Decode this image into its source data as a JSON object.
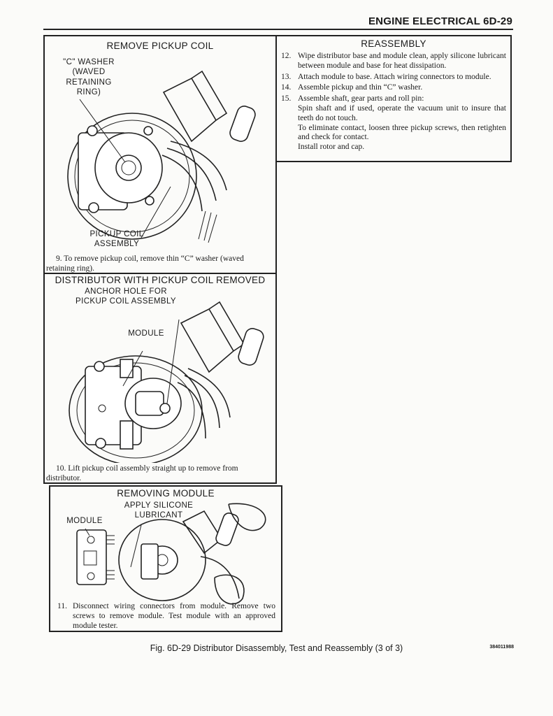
{
  "header": {
    "title": "ENGINE ELECTRICAL  6D-29"
  },
  "panel_remove_pickup": {
    "title": "REMOVE PICKUP COIL",
    "label_washer": "\"C\" WASHER\n(WAVED\nRETAINING\nRING)",
    "label_pickup": "PICKUP COIL\nASSEMBLY",
    "caption_num": "9.",
    "caption": "To remove pickup coil, remove thin “C” washer (waved retaining ring)."
  },
  "panel_distributor": {
    "title": "DISTRIBUTOR WITH PICKUP COIL REMOVED",
    "label_anchor": "ANCHOR HOLE FOR\nPICKUP COIL ASSEMBLY",
    "label_module": "MODULE",
    "caption_num": "10.",
    "caption": "Lift pickup coil assembly straight up to remove from distributor."
  },
  "panel_removing_module": {
    "title": "REMOVING MODULE",
    "label_silicone": "APPLY SILICONE\nLUBRICANT",
    "label_module": "MODULE",
    "caption_num": "11.",
    "caption": "Disconnect wiring connectors from module. Remove two screws to remove module. Test module with an approved module tester."
  },
  "panel_reassembly": {
    "title": "REASSEMBLY",
    "steps": [
      {
        "num": "12.",
        "text": "Wipe distributor base and module clean, apply silicone lubricant between module and base for heat dissipation."
      },
      {
        "num": "13.",
        "text": "Attach module to base. Attach wiring connectors to module."
      },
      {
        "num": "14.",
        "text": "Assemble pickup and thin “C” washer."
      },
      {
        "num": "15.",
        "text": "Assemble shaft, gear parts and roll pin:",
        "sub": "Spin shaft and if used, operate the vacuum unit to insure that teeth do not touch.\nTo eliminate contact, loosen three pickup screws, then retighten and check for contact.\nInstall rotor and cap."
      }
    ]
  },
  "figure": {
    "caption": "Fig. 6D-29 Distributor Disassembly, Test and Reassembly (3 of 3)",
    "code": "384011988"
  }
}
